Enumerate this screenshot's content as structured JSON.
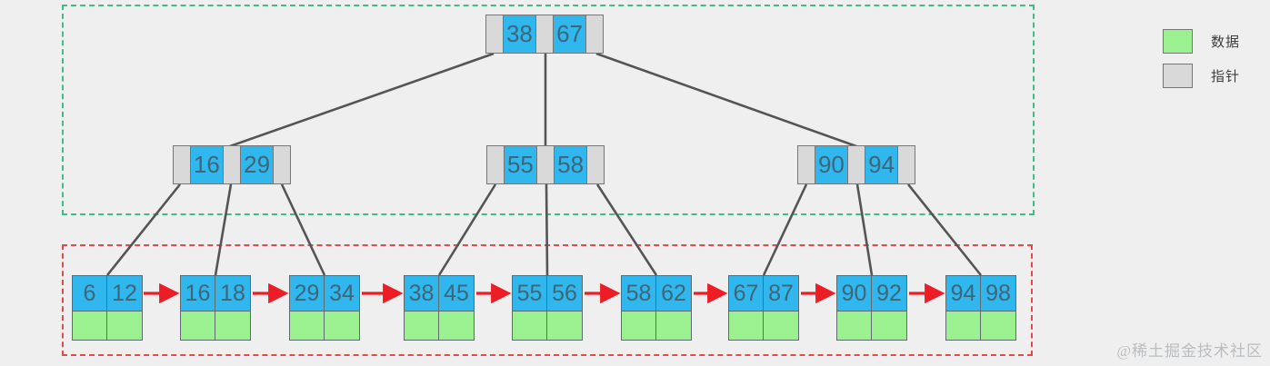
{
  "tree": {
    "root": {
      "keys": [
        "38",
        "67"
      ]
    },
    "internal": [
      {
        "keys": [
          "16",
          "29"
        ]
      },
      {
        "keys": [
          "55",
          "58"
        ]
      },
      {
        "keys": [
          "90",
          "94"
        ]
      }
    ],
    "leaves": [
      {
        "keys": [
          "6",
          "12"
        ]
      },
      {
        "keys": [
          "16",
          "18"
        ]
      },
      {
        "keys": [
          "29",
          "34"
        ]
      },
      {
        "keys": [
          "38",
          "45"
        ]
      },
      {
        "keys": [
          "55",
          "56"
        ]
      },
      {
        "keys": [
          "58",
          "62"
        ]
      },
      {
        "keys": [
          "67",
          "87"
        ]
      },
      {
        "keys": [
          "90",
          "92"
        ]
      },
      {
        "keys": [
          "94",
          "98"
        ]
      }
    ]
  },
  "legend": {
    "items": [
      {
        "label": "数据",
        "color": "#9bf18f"
      },
      {
        "label": "指针",
        "color": "#d9d9d9"
      }
    ]
  },
  "watermark": "@稀土掘金技术社区",
  "colors": {
    "background": "#efefef",
    "key_cell_blue": "#2fb7ee",
    "pointer_cell_gray": "#d9d9d9",
    "data_cell_green": "#9bf18f",
    "key_text": "#3f6579",
    "index_region_dashed": "#3fbd82",
    "data_region_dashed": "#e04b4b",
    "leaf_link_arrow": "#ee1c25",
    "tree_edge": "#555555"
  }
}
